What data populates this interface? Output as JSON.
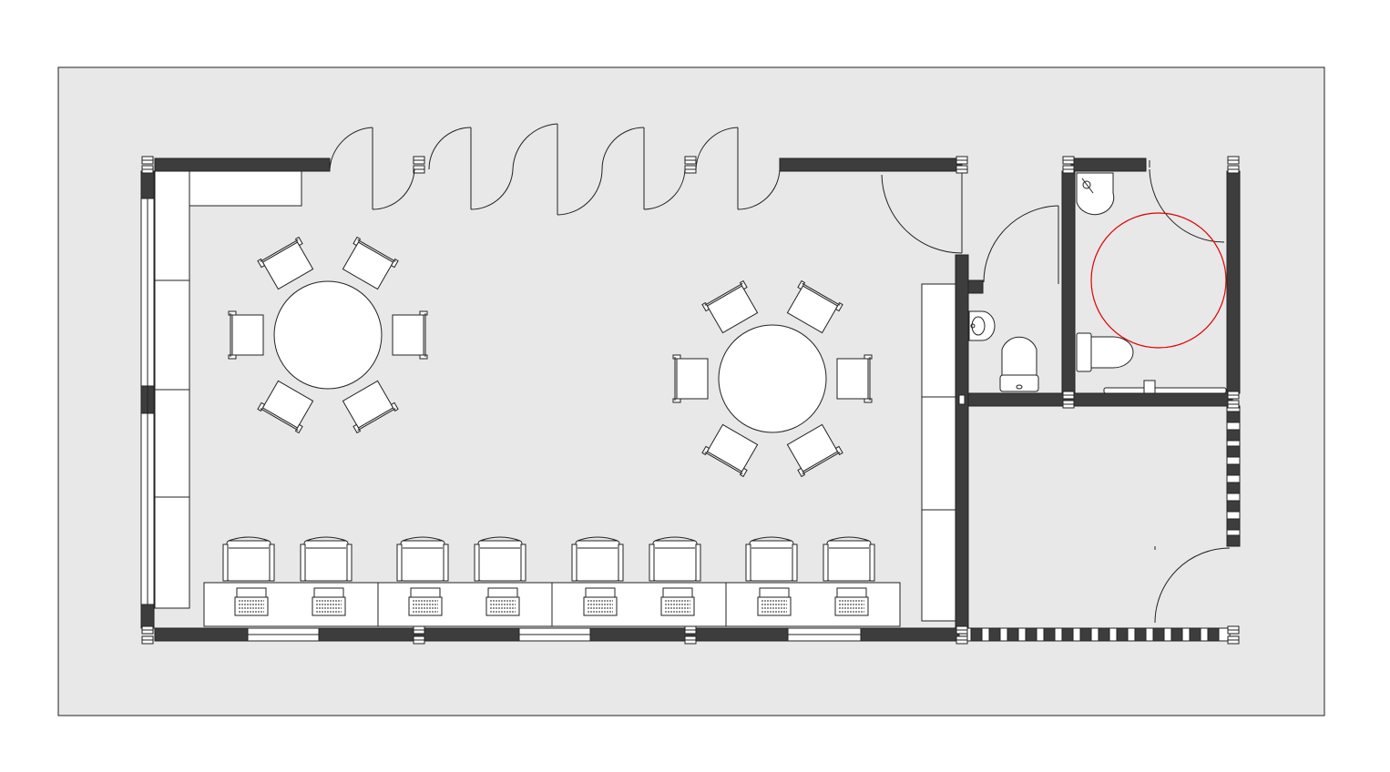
{
  "diagram": {
    "kind": "floor-plan",
    "colors": {
      "page": "#ffffff",
      "floor": "#e8e8e8",
      "wall": "#3d3d3d",
      "outline": "#222222",
      "turning_circle": "#e00000"
    },
    "rooms": [
      "main-hall",
      "wc-corridor",
      "accessible-wc",
      "lobby"
    ],
    "round_tables": [
      {
        "id": "table-1",
        "chairs": 6
      },
      {
        "id": "table-2",
        "chairs": 6
      }
    ],
    "desk_counter": {
      "segments": 4,
      "workstations": 8
    },
    "front_doors": 5,
    "icons": [
      "chair-icon",
      "laptop-icon",
      "door-swing-icon",
      "toilet-icon",
      "washbasin-icon",
      "grab-bar-icon",
      "turning-circle-icon"
    ]
  }
}
